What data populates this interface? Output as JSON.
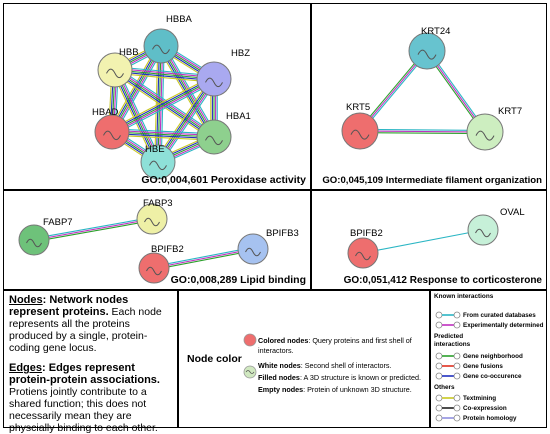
{
  "panels": [
    {
      "caption": "GO:0,004,601 Peroxidase activity",
      "nodes": [
        {
          "label": "HBBA",
          "color": "#5fbec8"
        },
        {
          "label": "HBB",
          "color": "#f2f2b0"
        },
        {
          "label": "HBZ",
          "color": "#a9a9f0"
        },
        {
          "label": "HBAD",
          "color": "#ee6e6e"
        },
        {
          "label": "HBA1",
          "color": "#8ed08e"
        },
        {
          "label": "HBE",
          "color": "#8ee0d8"
        }
      ]
    },
    {
      "caption": "GO:0,045,109 Intermediate filament organization",
      "nodes": [
        {
          "label": "KRT24",
          "color": "#67c3cf"
        },
        {
          "label": "KRT5",
          "color": "#ee6e6e"
        },
        {
          "label": "KRT7",
          "color": "#cdeec0"
        }
      ]
    },
    {
      "caption": "GO:0,008,289 Lipid binding",
      "nodes": [
        {
          "label": "FABP7",
          "color": "#6ec27a"
        },
        {
          "label": "FABP3",
          "color": "#eef0a6"
        },
        {
          "label": "BPIFB2",
          "color": "#ee6e6e"
        },
        {
          "label": "BPIFB3",
          "color": "#a6c2f0"
        }
      ]
    },
    {
      "caption": "GO:0,051,412 Response to corticosterone",
      "nodes": [
        {
          "label": "BPIFB2",
          "color": "#ee6e6e"
        },
        {
          "label": "OVAL",
          "color": "#c6f0d8"
        }
      ]
    }
  ],
  "legend_nodes": {
    "title": "Nodes",
    "title_rest": ": Network nodes represent proteins.",
    "body": " Each node represents all the proteins produced by a single, protein-coding gene locus."
  },
  "legend_edges": {
    "title": "Edges",
    "title_rest": ": Edges represent protein-protein associations.",
    "body": " Protiens jointly contribute to a shared function; this does not necessarily mean they are physcially binding to each other."
  },
  "node_color": {
    "heading": "Node color",
    "items": [
      {
        "term": "Colored nodes",
        "desc": ": Query proteins and first shell of interactors."
      },
      {
        "term": "White nodes",
        "desc": ": Second shell of interactors."
      },
      {
        "term": "Filled nodes",
        "desc": ": A 3D structure is known or predicted."
      },
      {
        "term": "Empty nodes",
        "desc": ": Protein of unknown 3D structure."
      }
    ]
  },
  "edge_legend": {
    "known_heading": "Known interactions",
    "known": [
      {
        "label": "From curated databases",
        "color": "#2bb6c4"
      },
      {
        "label": "Experimentally determined",
        "color": "#c030c0"
      }
    ],
    "predicted_heading": "Predicted interactions",
    "predicted": [
      {
        "label": "Gene neighborhood",
        "color": "#2ca02c"
      },
      {
        "label": "Gene fusions",
        "color": "#e03020"
      },
      {
        "label": "Gene co-occurence",
        "color": "#2030c0"
      }
    ],
    "others_heading": "Others",
    "others": [
      {
        "label": "Textmining",
        "color": "#c8c820"
      },
      {
        "label": "Co-expression",
        "color": "#202020"
      },
      {
        "label": "Protein homology",
        "color": "#9090e0"
      }
    ]
  }
}
